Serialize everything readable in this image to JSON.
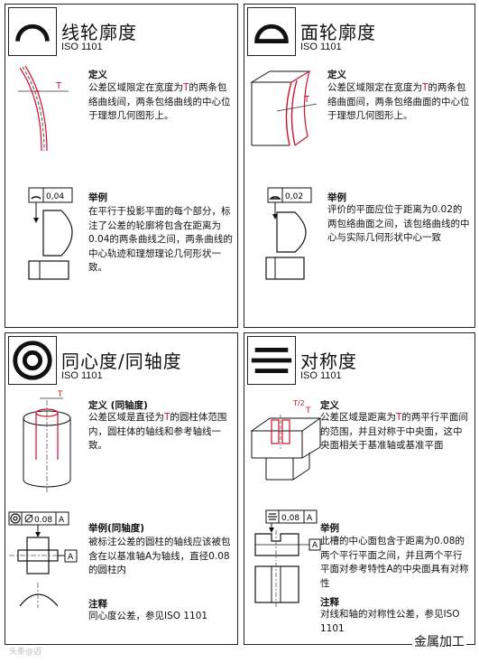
{
  "panels": {
    "line_profile": {
      "title": "线轮廓度",
      "standard": "ISO 1101",
      "icon": "line-profile-arc-icon",
      "definition_heading": "定义",
      "definition_pre": "公差区域限定在宽度为",
      "tol_letter": "T",
      "definition_post": "的两条包络曲线间，两条包络曲线的中心位于理想几何图形上。",
      "example_heading": "举例",
      "example_text": "在平行于投影平面的每个部分，标注了公差的轮廓将包含在距离为0.04的两条曲线之间，两条曲线的中心轨迹和理想理论几何形状一致。",
      "frame_value": "0,04"
    },
    "surface_profile": {
      "title": "面轮廓度",
      "standard": "ISO 1101",
      "icon": "surface-profile-icon",
      "definition_heading": "定义",
      "definition_pre": "公差区域限定在宽度为",
      "tol_letter": "T",
      "definition_post": "的两条包络曲面间，两条包络曲面的中心位于理想几何图形上。",
      "example_heading": "举例",
      "example_text": "评价的平面应位于距离为0.02的两包络曲面之间，该包络曲线的中心与实际几何形状中心一致",
      "frame_value": "0,02"
    },
    "concentricity": {
      "title": "同心度/同轴度",
      "standard": "ISO 1101",
      "icon": "concentric-circles-icon",
      "definition_heading": "定义 (同轴度)",
      "definition_pre": "公差区域是直径为",
      "tol_letter": "T",
      "definition_post": "的圆柱体范围内，圆柱体的轴线和参考轴线一致。",
      "example_heading": "举例(同轴度)",
      "example_text": "被标注公差的圆柱的轴线应该被包含在以基准轴A为轴线，直径0.08 的圆柱内",
      "note_heading": "注释",
      "note_text": "同心度公差，参见ISO 1101",
      "frame_value": "0.08",
      "datum": "A",
      "dim_letter": "T"
    },
    "symmetry": {
      "title": "对称度",
      "standard": "ISO 1101",
      "icon": "symmetry-lines-icon",
      "definition_heading": "定义",
      "definition_pre": "公差区域是距离为",
      "tol_letter": "T",
      "definition_post": "的两平行平面间的范围，并且对称于中央面，这中央面相关于基准轴或基准平面",
      "example_heading": "举例",
      "example_text": "此槽的中心面包含于距离为0.08的两个平行平面之间，并且两个平行平面对参考特性A的中央面具有对称性",
      "note_heading": "注释",
      "note_text": "对线和轴的对称性公差，参见ISO 1101",
      "frame_value": "0,08",
      "datum": "A",
      "half_t": "T/2"
    }
  },
  "footer": {
    "brand": "金属加工",
    "watermark": "头条@迈"
  },
  "colors": {
    "accent": "#d0102a",
    "line": "#222222"
  }
}
